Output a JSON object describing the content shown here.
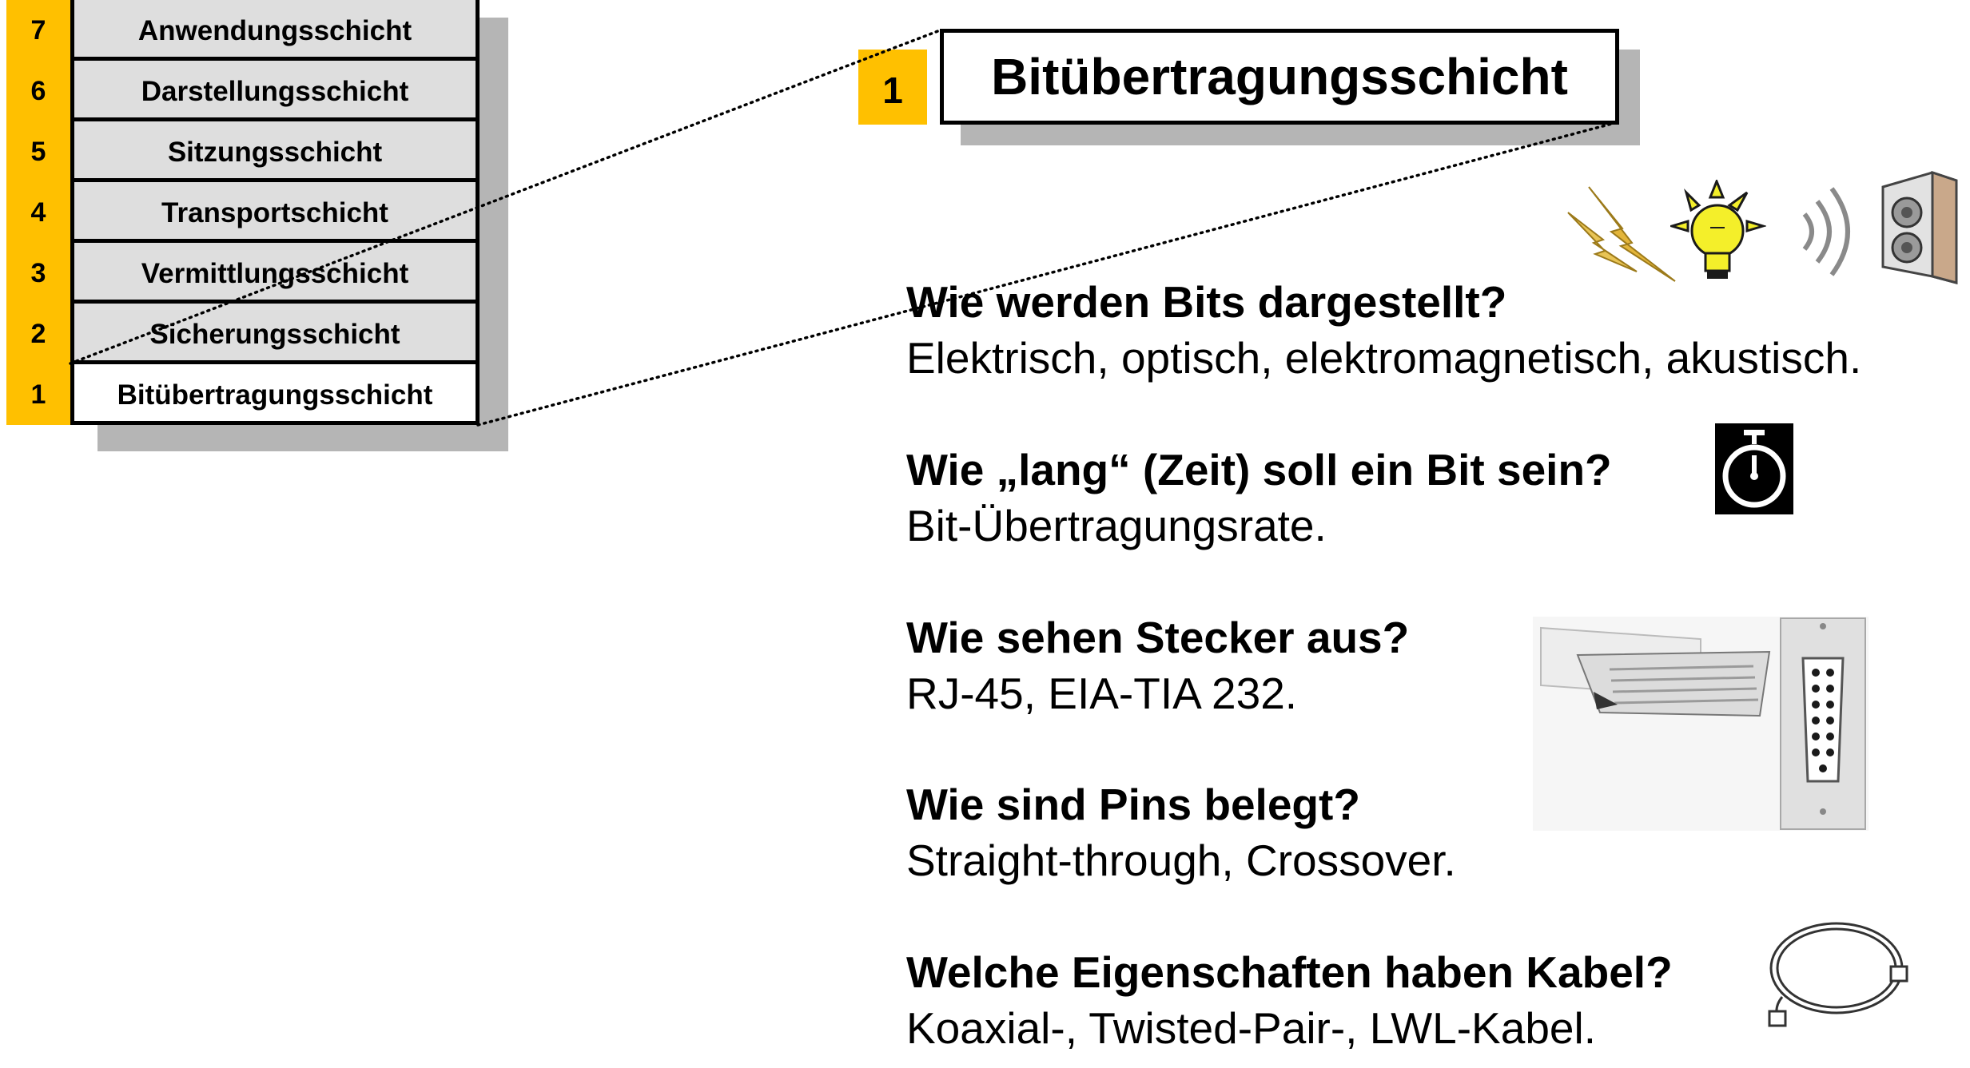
{
  "osi_layers": [
    {
      "number": "7",
      "name": "Anwendungsschicht"
    },
    {
      "number": "6",
      "name": "Darstellungsschicht"
    },
    {
      "number": "5",
      "name": "Sitzungsschicht"
    },
    {
      "number": "4",
      "name": "Transportschicht"
    },
    {
      "number": "3",
      "name": "Vermittlungsschicht"
    },
    {
      "number": "2",
      "name": "Sicherungsschicht"
    },
    {
      "number": "1",
      "name": "Bitübertragungsschicht"
    }
  ],
  "header": {
    "number": "1",
    "title": "Bitübertragungsschicht"
  },
  "qa": [
    {
      "question": "Wie werden Bits dargestellt?",
      "answer": "Elektrisch, optisch, elektromagnetisch, akustisch."
    },
    {
      "question": "Wie „lang“ (Zeit) soll ein Bit sein?",
      "answer": "Bit-Übertragungsrate."
    },
    {
      "question": "Wie sehen Stecker aus?",
      "answer": "RJ-45, EIA-TIA 232."
    },
    {
      "question": "Wie sind Pins belegt?",
      "answer": "Straight-through, Crossover."
    },
    {
      "question": "Welche Eigenschaften haben Kabel?",
      "answer": "Koaxial-, Twisted-Pair-, LWL-Kabel."
    }
  ],
  "icons": [
    "lightning-icon",
    "light-bulb-icon",
    "sound-waves-icon",
    "speaker-icon",
    "stopwatch-icon",
    "connector-icon",
    "cable-icon"
  ],
  "colors": {
    "accent": "#ffc000",
    "layer_fill": "#dedede",
    "shadow": "#b5b5b5"
  }
}
